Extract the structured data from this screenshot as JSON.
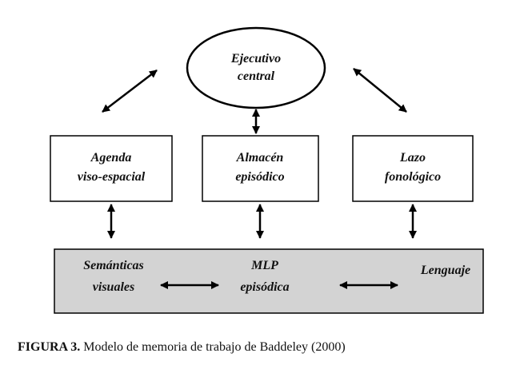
{
  "diagram": {
    "central_executive": {
      "line1": "Ejecutivo",
      "line2": "central"
    },
    "visuospatial_sketchpad": {
      "line1": "Agenda",
      "line2": "viso-espacial"
    },
    "episodic_buffer": {
      "line1": "Almacén",
      "line2": "episódico"
    },
    "phonological_loop": {
      "line1": "Lazo",
      "line2": "fonológico"
    },
    "ltm": {
      "semantic_line1": "Semánticas",
      "semantic_line2": "visuales",
      "episodic_line1": "MLP",
      "episodic_line2": "episódica",
      "language": "Lenguaje"
    }
  },
  "caption": {
    "label": "FIGURA 3.",
    "text": " Modelo de memoria de trabajo de Baddeley (2000)"
  },
  "colors": {
    "ltm_fill": "#d3d3d3",
    "stroke": "#000000",
    "text": "#111111"
  }
}
